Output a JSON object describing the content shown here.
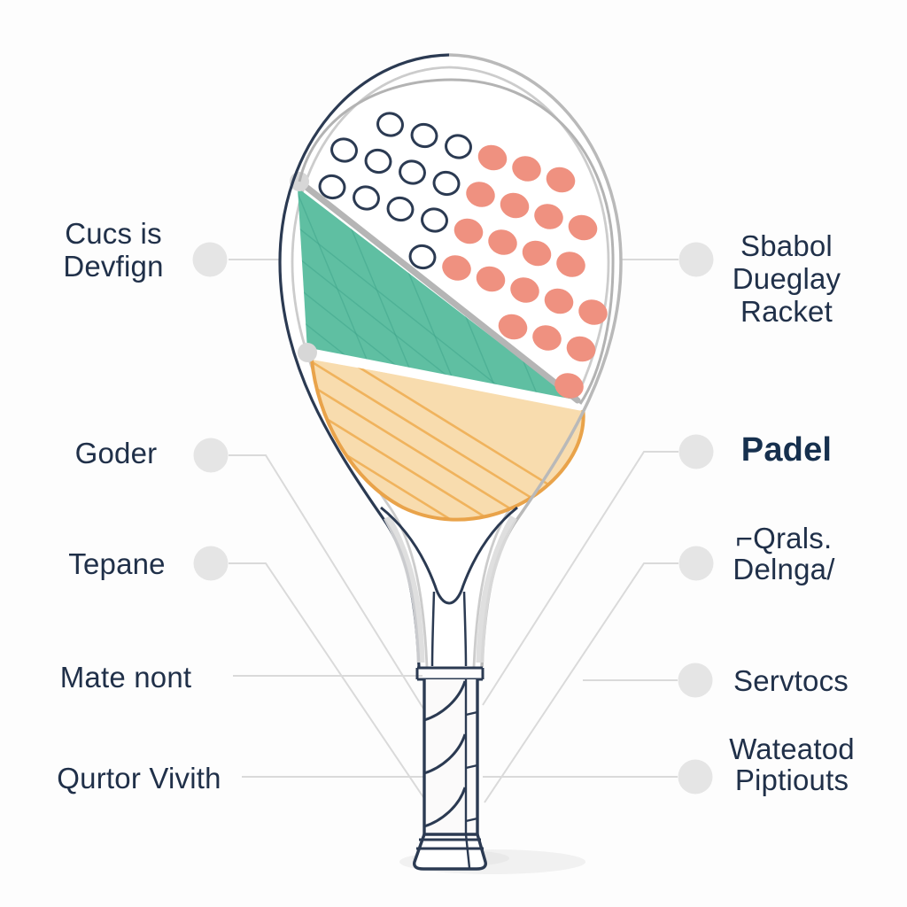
{
  "illustration": {
    "subject": "Padel racket annotated diagram",
    "labels": {
      "cucs": {
        "line1": "Cucs is",
        "line2": "Devfign"
      },
      "goder": {
        "line1": "Goder"
      },
      "tepane": {
        "line1": "Tepane"
      },
      "mate_nont": {
        "line1": "Mate nont"
      },
      "qurtor_vivith": {
        "line1": "Qurtor Vivith"
      },
      "sbabol": {
        "line1": "Sbabol",
        "line2": "Dueglay",
        "line3": "Racket"
      },
      "padel": {
        "line1": "Padel"
      },
      "qrals": {
        "line1": "⌐Qrals.",
        "line2": "Delnga/"
      },
      "servtocs": {
        "line1": "Servtocs"
      },
      "wateatod": {
        "line1": "Wateatod",
        "line2": "Piptiouts"
      }
    },
    "colors": {
      "background": "#fdfdfd",
      "text_navy": "#203049",
      "frame_navy": "#2b3a52",
      "frame_gray": "#b9b9b9",
      "inner_gray": "#cccccc",
      "face_gray": "#b3b3b3",
      "band_gray": "#b5b5b5",
      "node_gray": "#d7d7d7",
      "leader_gray": "#dadada",
      "callout_circle": "#e5e5e5",
      "teal": "#5fbfa2",
      "teal_grid": "#3fa38a",
      "salmon": "#ef9180",
      "orange_fill": "#f8dcae",
      "orange_hatch": "#efae55",
      "orange_rim": "#e9a34a"
    }
  }
}
